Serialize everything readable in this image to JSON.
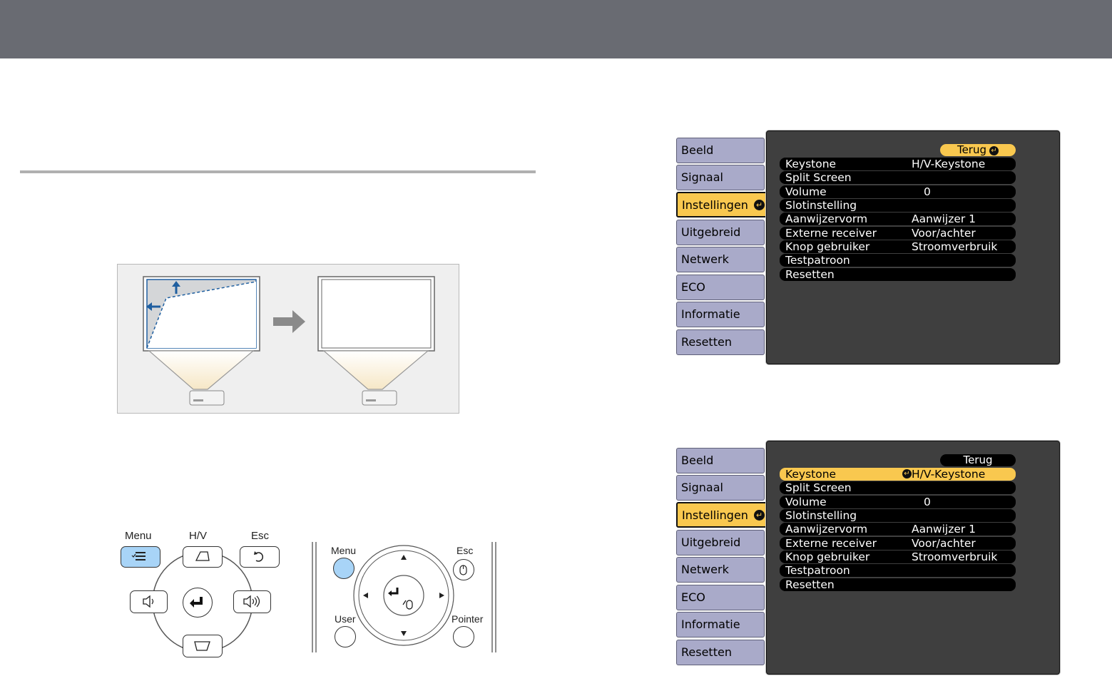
{
  "colors": {
    "header_bar": "#696b72",
    "menu_highlight": "#f9c84f",
    "tab_bg": "#a9aac9",
    "panel_bg": "#3f3f3f",
    "menu_button_highlight": "#a8d4f7"
  },
  "illustration": {
    "icons": [
      "keystone-before",
      "arrow-right",
      "keystone-after"
    ]
  },
  "remote_projector": {
    "labels": {
      "menu": "Menu",
      "hv": "H/V",
      "esc": "Esc"
    }
  },
  "remote_control": {
    "labels": {
      "menu": "Menu",
      "esc": "Esc",
      "user": "User",
      "pointer": "Pointer"
    }
  },
  "menu1": {
    "tabs": [
      "Beeld",
      "Signaal",
      "Instellingen",
      "Uitgebreid",
      "Netwerk",
      "ECO",
      "Informatie",
      "Resetten"
    ],
    "active_tab": "Instellingen",
    "back_label": "Terug",
    "rows": [
      {
        "label": "Keystone",
        "value": "H/V-Keystone"
      },
      {
        "label": "Split Screen",
        "value": ""
      },
      {
        "label": "Volume",
        "value": "0"
      },
      {
        "label": "Slotinstelling",
        "value": ""
      },
      {
        "label": "Aanwijzervorm",
        "value": "Aanwijzer 1"
      },
      {
        "label": "Externe receiver",
        "value": "Voor/achter"
      },
      {
        "label": "Knop gebruiker",
        "value": "Stroomverbruik"
      },
      {
        "label": "Testpatroon",
        "value": ""
      },
      {
        "label": "Resetten",
        "value": ""
      }
    ]
  },
  "menu2": {
    "tabs": [
      "Beeld",
      "Signaal",
      "Instellingen",
      "Uitgebreid",
      "Netwerk",
      "ECO",
      "Informatie",
      "Resetten"
    ],
    "active_tab": "Instellingen",
    "back_label": "Terug",
    "selected_row": "Keystone",
    "rows": [
      {
        "label": "Keystone",
        "value": "H/V-Keystone"
      },
      {
        "label": "Split Screen",
        "value": ""
      },
      {
        "label": "Volume",
        "value": "0"
      },
      {
        "label": "Slotinstelling",
        "value": ""
      },
      {
        "label": "Aanwijzervorm",
        "value": "Aanwijzer 1"
      },
      {
        "label": "Externe receiver",
        "value": "Voor/achter"
      },
      {
        "label": "Knop gebruiker",
        "value": "Stroomverbruik"
      },
      {
        "label": "Testpatroon",
        "value": ""
      },
      {
        "label": "Resetten",
        "value": ""
      }
    ]
  }
}
